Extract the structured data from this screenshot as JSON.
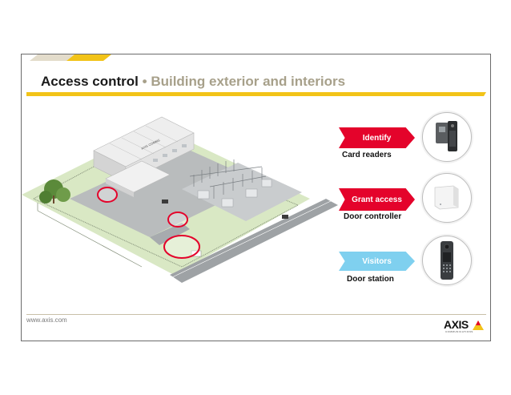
{
  "header": {
    "title_main": "Access control",
    "separator": "•",
    "title_sub": "Building exterior and interiors"
  },
  "features": [
    {
      "tag": "Identify",
      "label": "Card readers",
      "tag_color": "#e4032b",
      "icon": "card-reader-icon"
    },
    {
      "tag": "Grant access",
      "label": "Door controller",
      "tag_color": "#e4032b",
      "icon": "door-controller-icon"
    },
    {
      "tag": "Visitors",
      "label": "Door station",
      "tag_color": "#7fd0ef",
      "icon": "door-station-icon"
    }
  ],
  "site_map": {
    "building_sign": "AXIS COMMS"
  },
  "footer": {
    "url": "www.axis.com",
    "logo_text": "AXIS",
    "logo_sub": "COMMUNICATIONS"
  },
  "colors": {
    "accent_yellow": "#f2c318",
    "highlight_red": "#e4032b",
    "visitor_blue": "#7fd0ef",
    "subtitle_gray": "#a7a08a"
  }
}
